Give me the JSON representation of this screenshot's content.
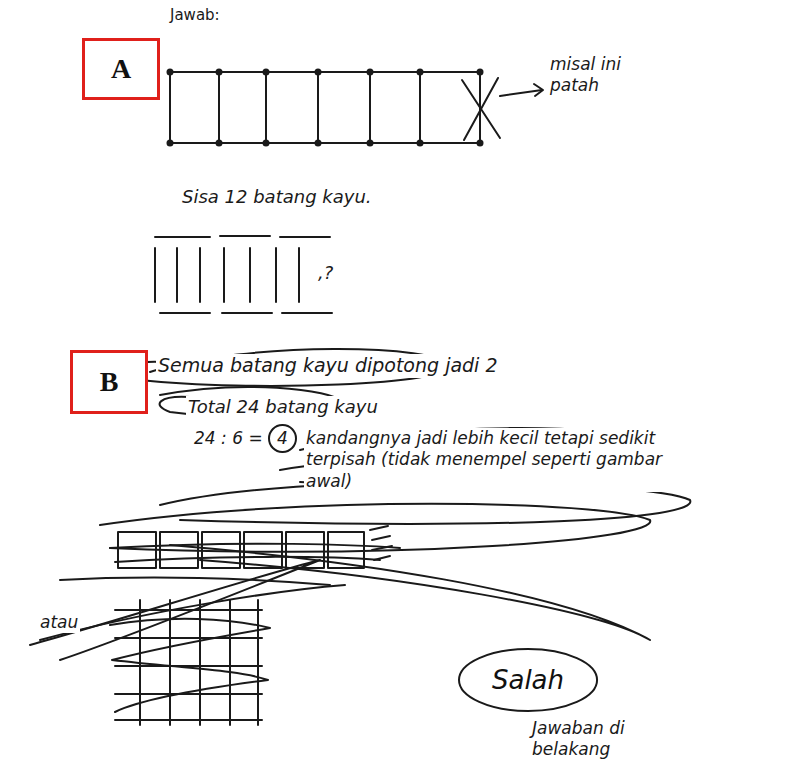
{
  "diagram": {
    "nodes": [
      {
        "text": [
          "A"
        ]
      },
      {
        "text": [
          "B"
        ]
      },
      {
        "text": [
          "Salah"
        ]
      }
    ],
    "labels": [
      "Jawab:",
      "misal ini patah",
      "Sisa 12 batang kayu.",
      ",?",
      "Semua batang kayu dipotong jadi 2",
      "Total 24 batang kayu",
      "24 : 6 =",
      "4",
      "kandangnya jadi lebih kecil tetapi sedikit terpisah (tidak menempel seperti gambar awal)",
      "atau",
      "Jawaban di belakang"
    ]
  }
}
